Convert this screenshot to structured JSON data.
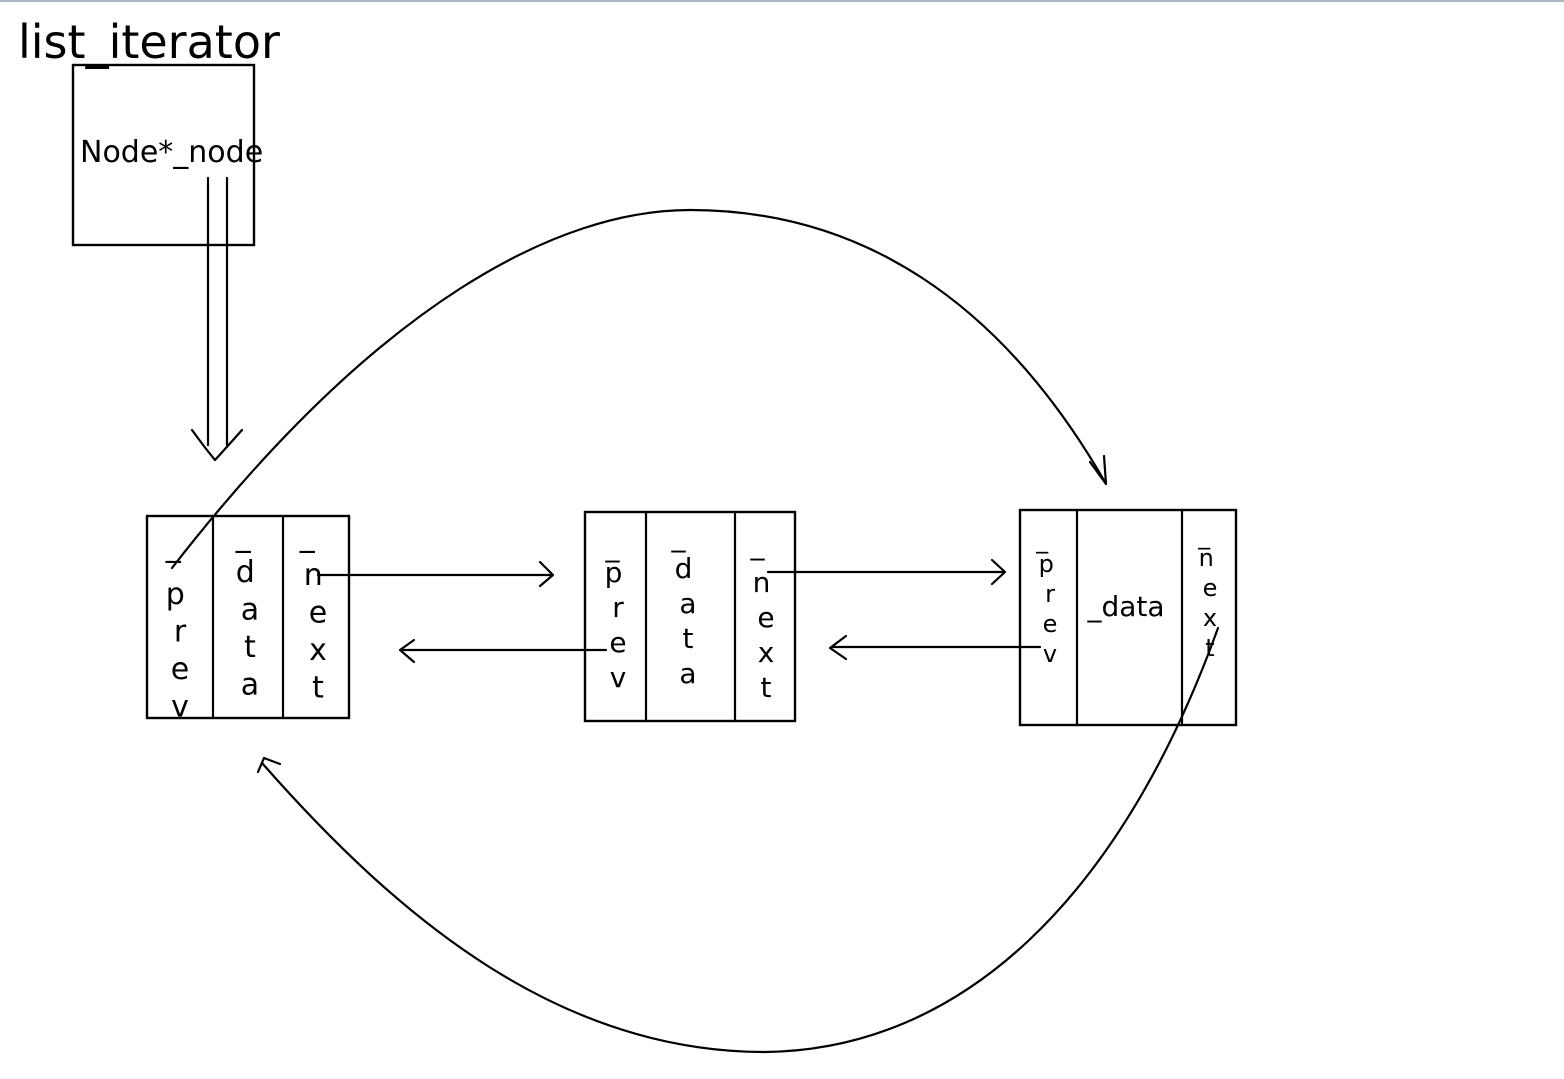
{
  "title": "list_iterator",
  "iterator_field": "Node*_node",
  "nodes": [
    {
      "fields": [
        {
          "bar": "_",
          "letters": "prev"
        },
        {
          "bar": "_",
          "letters": "data"
        },
        {
          "bar": "_",
          "letters": "next"
        }
      ]
    },
    {
      "fields": [
        {
          "bar": "_",
          "letters": "prev"
        },
        {
          "bar": "_",
          "letters": "data"
        },
        {
          "bar": "_",
          "letters": "next"
        }
      ]
    },
    {
      "fields": [
        {
          "bar": "_",
          "letters": "prev"
        },
        {
          "bar": "",
          "letters": "_data"
        },
        {
          "bar": "_",
          "letters": "next"
        }
      ]
    }
  ]
}
